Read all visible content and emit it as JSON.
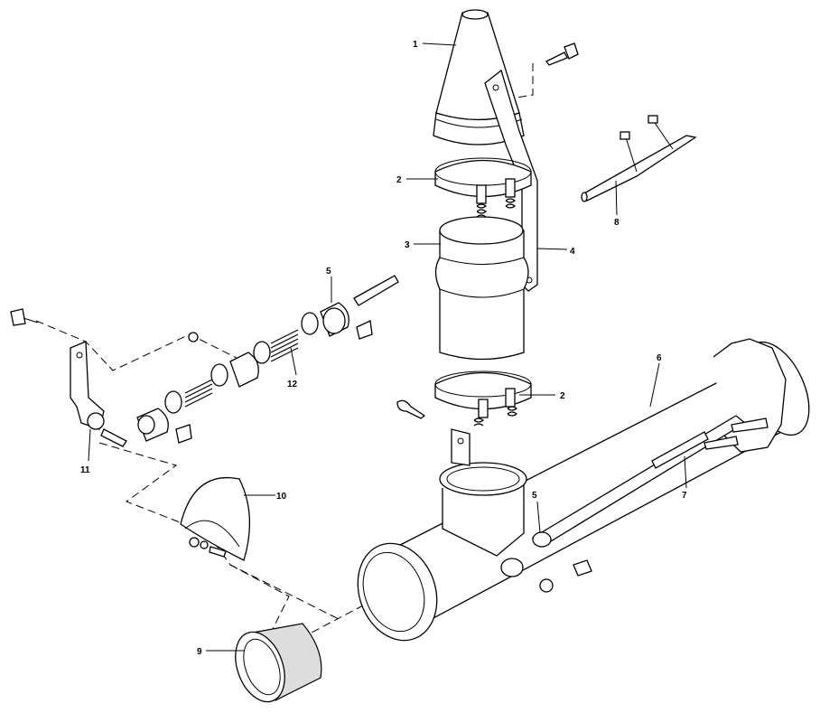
{
  "diagram": {
    "type": "exploded-parts-view",
    "callouts": [
      {
        "id": "callout-1",
        "text": "1"
      },
      {
        "id": "callout-2a",
        "text": "2"
      },
      {
        "id": "callout-3",
        "text": "3"
      },
      {
        "id": "callout-4",
        "text": "4"
      },
      {
        "id": "callout-5a",
        "text": "5"
      },
      {
        "id": "callout-6",
        "text": "6"
      },
      {
        "id": "callout-2b",
        "text": "2"
      },
      {
        "id": "callout-12",
        "text": "12"
      },
      {
        "id": "callout-11",
        "text": "11"
      },
      {
        "id": "callout-10",
        "text": "10"
      },
      {
        "id": "callout-5b",
        "text": "5"
      },
      {
        "id": "callout-7",
        "text": "7"
      },
      {
        "id": "callout-8",
        "text": "8"
      },
      {
        "id": "callout-9",
        "text": "9"
      }
    ]
  }
}
